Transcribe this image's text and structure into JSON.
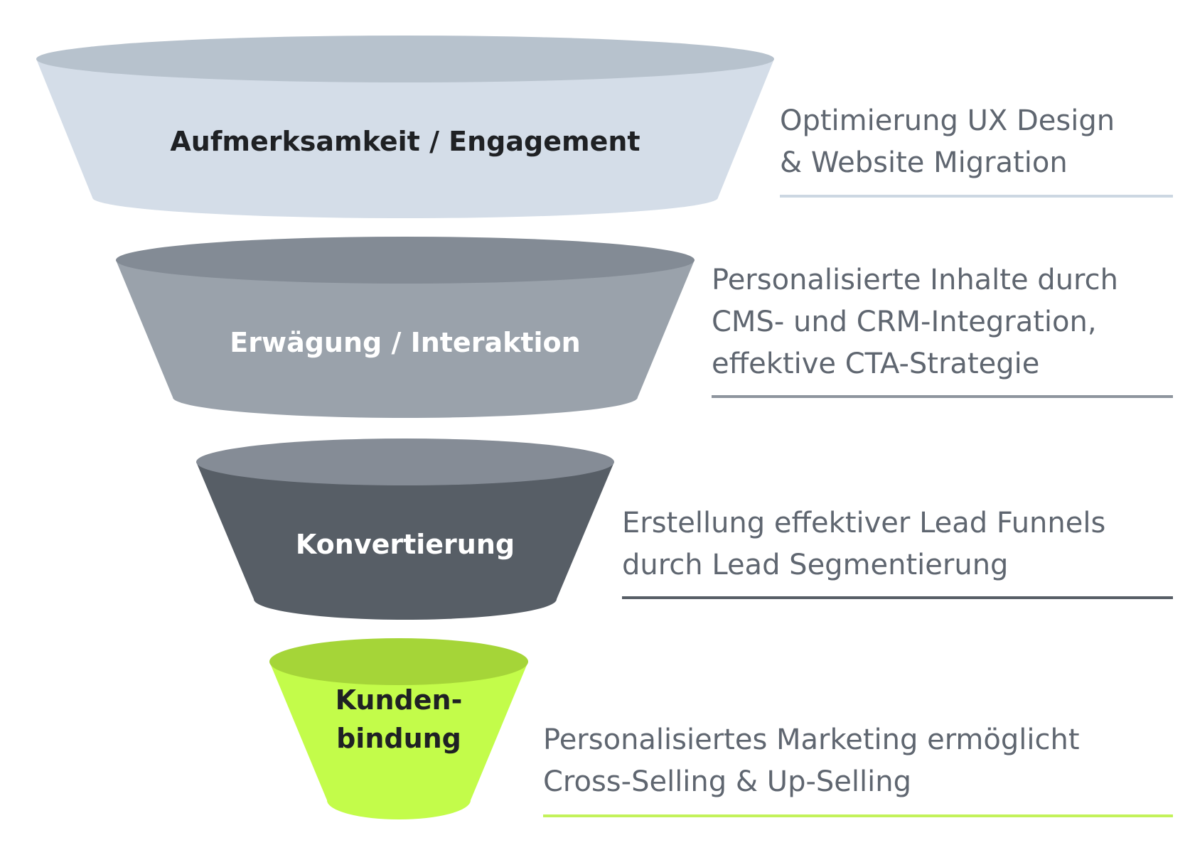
{
  "funnel": {
    "stages": [
      {
        "title_lines": [
          "Aufmerksamkeit / Engagement"
        ],
        "description_lines": [
          "Optimierung UX Design",
          "& Website Migration"
        ],
        "colors": {
          "body": "#d4dde8",
          "rim": "#b7c2cd",
          "text": "#1f2124",
          "underline": "#ccd7e2"
        }
      },
      {
        "title_lines": [
          "Erwägung / Interaktion"
        ],
        "description_lines": [
          "Personalisierte Inhalte durch",
          "CMS- und CRM-Integration,",
          "effektive CTA-Strategie"
        ],
        "colors": {
          "body": "#9aa2ab",
          "rim": "#838b95",
          "text": "#ffffff",
          "underline": "#8e959e"
        }
      },
      {
        "title_lines": [
          "Konvertierung"
        ],
        "description_lines": [
          "Erstellung effektiver Lead Funnels",
          "durch Lead Segmentierung"
        ],
        "colors": {
          "body": "#575e66",
          "rim": "#858c96",
          "text": "#ffffff",
          "underline": "#575e66"
        }
      },
      {
        "title_lines": [
          "Kunden-",
          "bindung"
        ],
        "description_lines": [
          "Personalisiertes Marketing ermöglicht",
          "Cross-Selling & Up-Selling"
        ],
        "colors": {
          "body": "#c3fc4a",
          "rim": "#a5d538",
          "text": "#1f2124",
          "underline": "#c3f25a"
        }
      }
    ]
  }
}
